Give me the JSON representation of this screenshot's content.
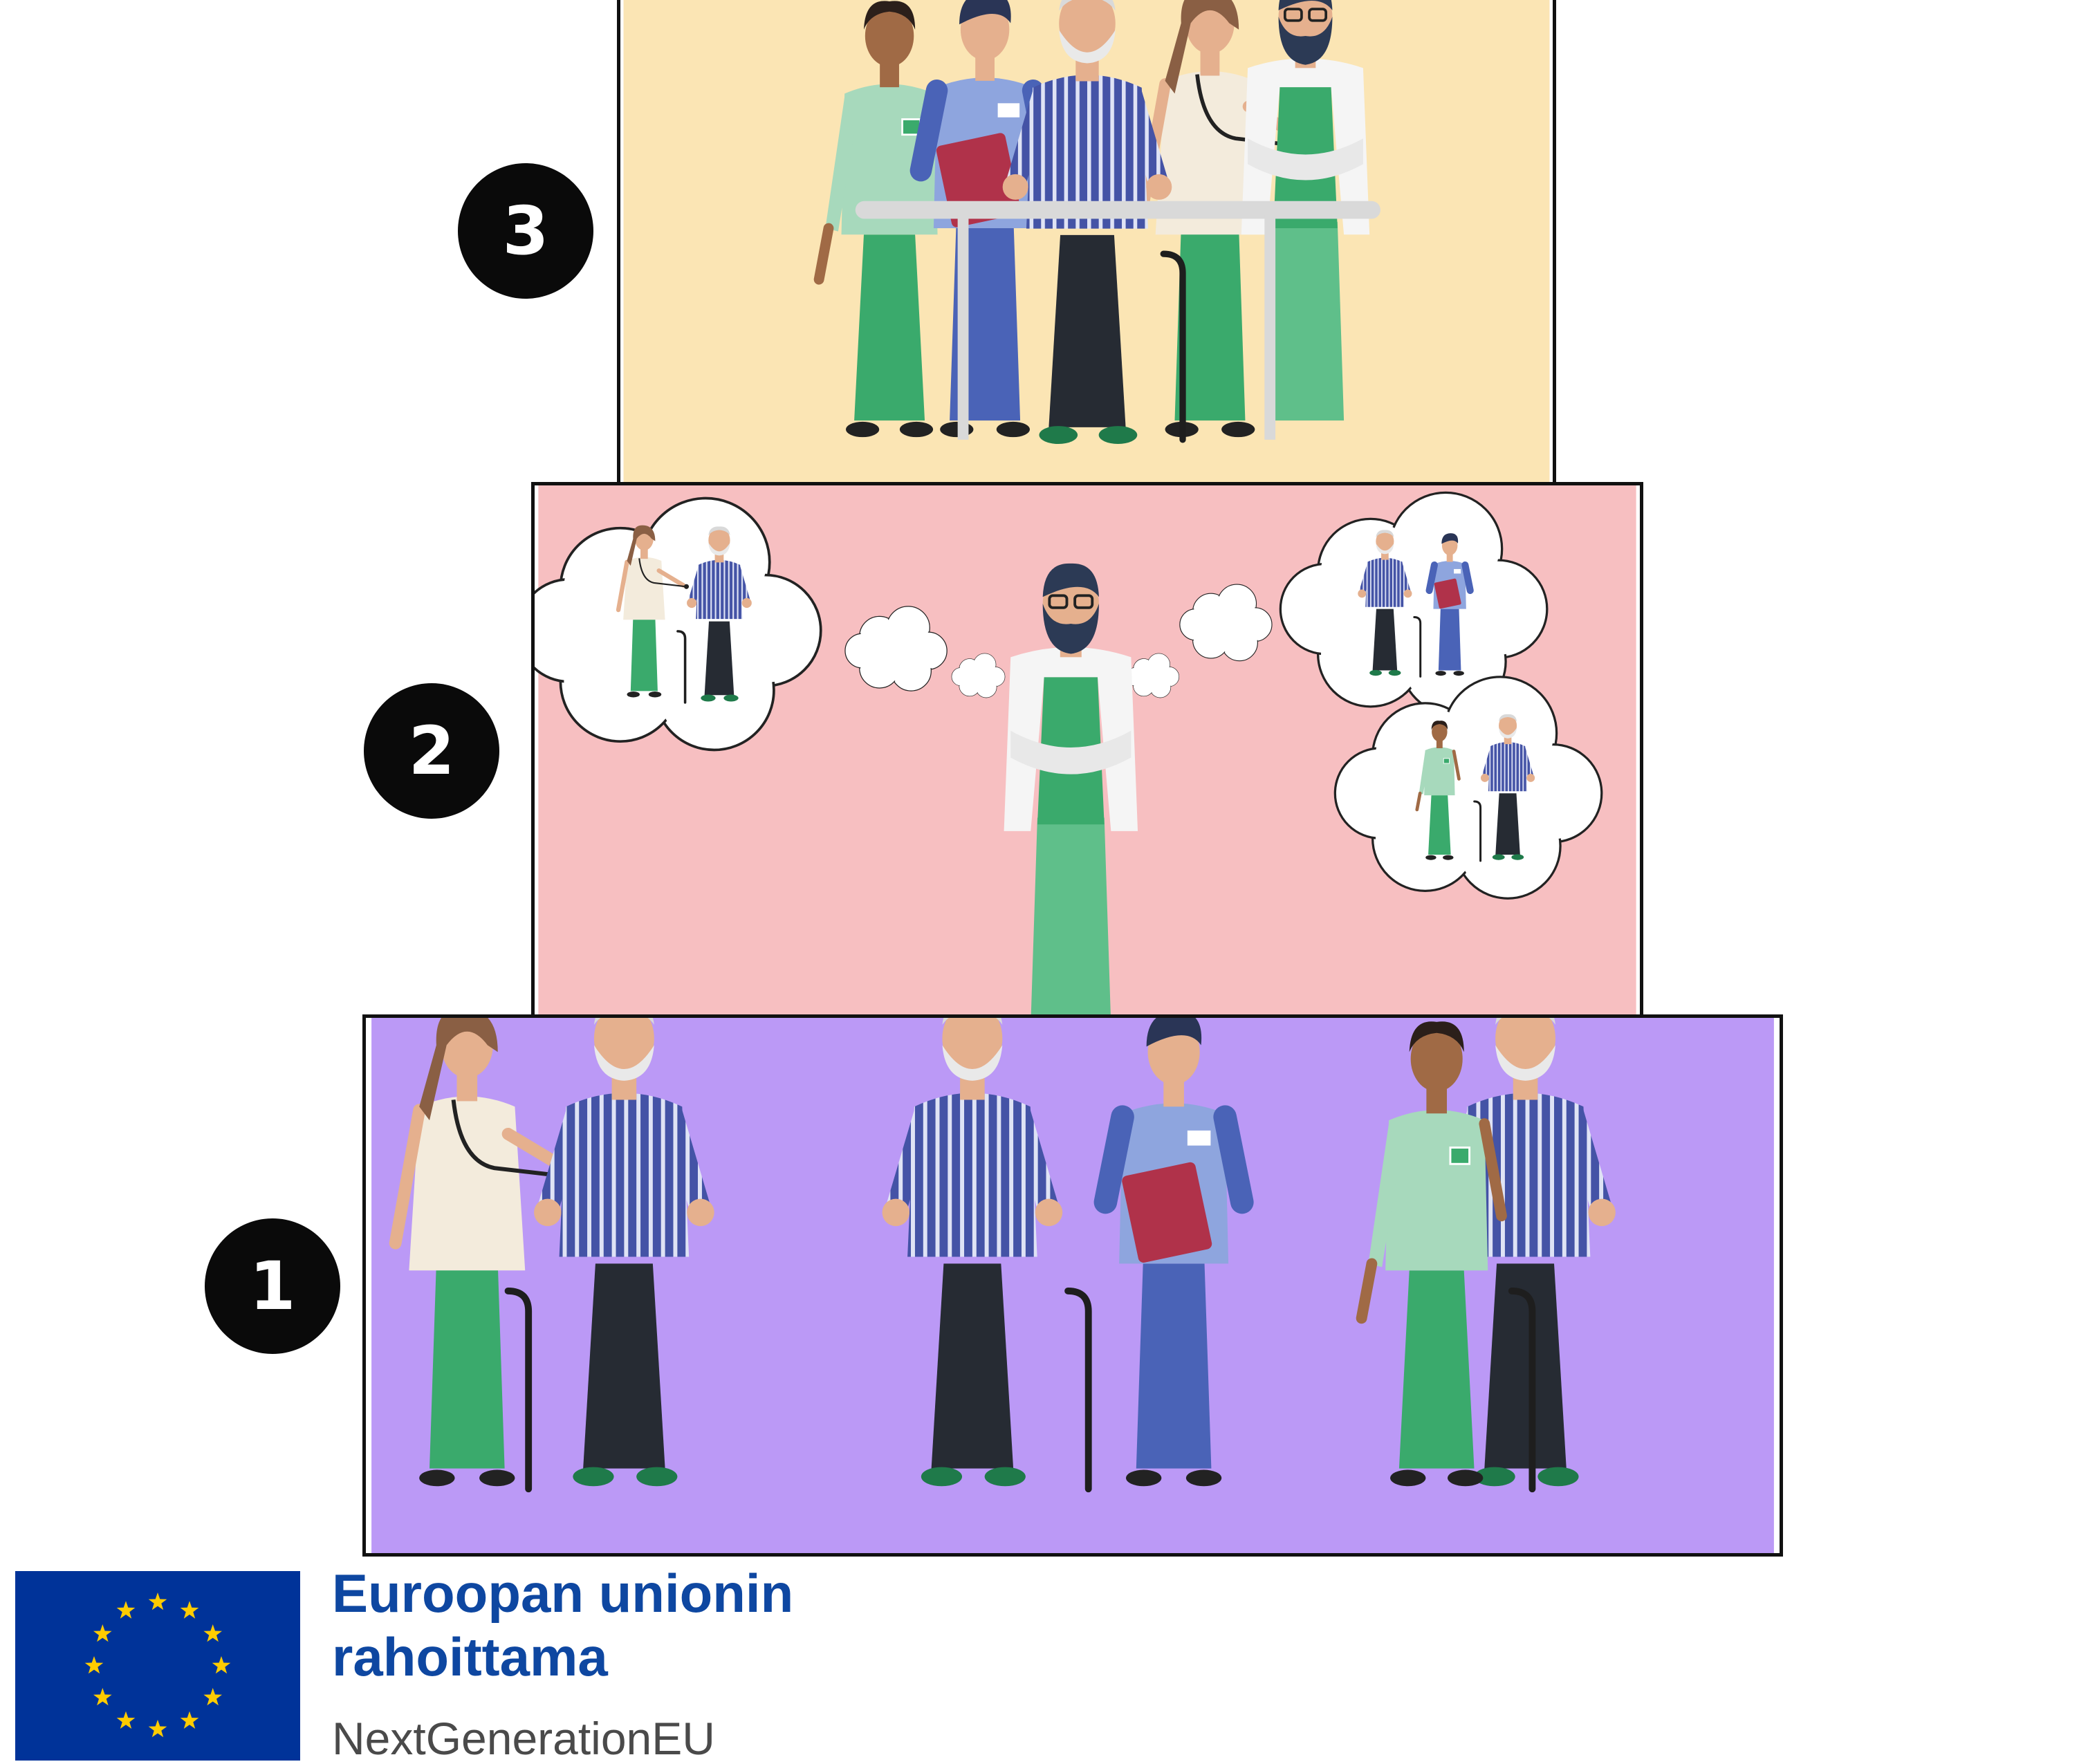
{
  "levels": [
    {
      "number": "3",
      "background": "#fbe5b4",
      "scene": "multidisciplinary-care-team-icon"
    },
    {
      "number": "2",
      "background": "#f7bfc1",
      "scene": "doctor-thinking-icon"
    },
    {
      "number": "1",
      "background": "#bb99f6",
      "scene": "one-on-one-care-pairs-icon"
    }
  ],
  "funding": {
    "line1": "Euroopan unionin",
    "line2": "rahoittama",
    "programme": "NextGenerationEU"
  },
  "colors": {
    "eu_blue": "#003399",
    "eu_star": "#ffcc00",
    "funding_text": "#0e47a1",
    "badge": "#0a0a0a"
  }
}
